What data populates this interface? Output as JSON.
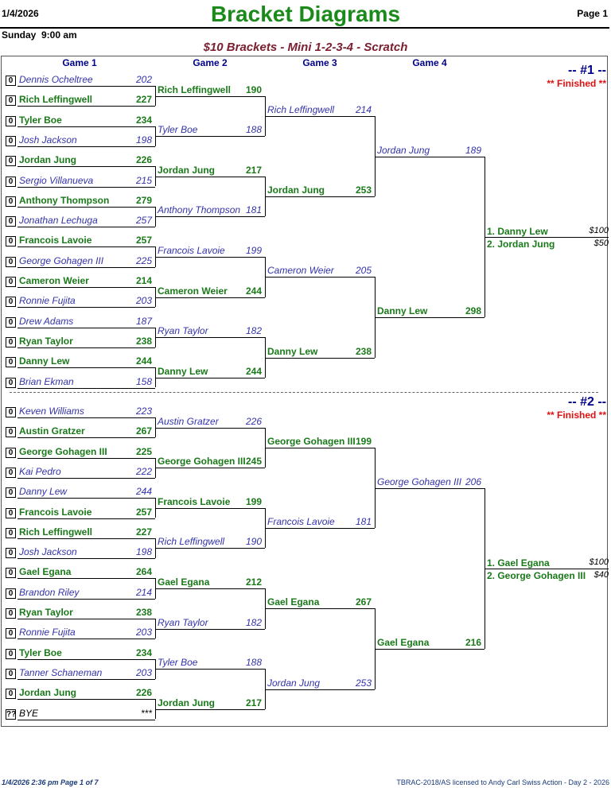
{
  "header": {
    "date": "1/4/2026",
    "title": "Bracket Diagrams",
    "page": "Page 1",
    "day": "Sunday",
    "time": "9:00 am",
    "subtitle": "$10 Brackets - Mini 1-2-3-4 - Scratch"
  },
  "columns": [
    "Game 1",
    "Game 2",
    "Game 3",
    "Game 4"
  ],
  "brackets": [
    {
      "number": "-- #1 --",
      "status": "** Finished **",
      "game1": [
        {
          "box": "0",
          "name": "Dennis Ocheltree",
          "score": "202",
          "win": false
        },
        {
          "box": "0",
          "name": "Rich Leffingwell",
          "score": "227",
          "win": true
        },
        {
          "box": "0",
          "name": "Tyler Boe",
          "score": "234",
          "win": true
        },
        {
          "box": "0",
          "name": "Josh Jackson",
          "score": "198",
          "win": false
        },
        {
          "box": "0",
          "name": "Jordan Jung",
          "score": "226",
          "win": true
        },
        {
          "box": "0",
          "name": "Sergio Villanueva",
          "score": "215",
          "win": false
        },
        {
          "box": "0",
          "name": "Anthony Thompson",
          "score": "279",
          "win": true
        },
        {
          "box": "0",
          "name": "Jonathan Lechuga",
          "score": "257",
          "win": false
        },
        {
          "box": "0",
          "name": "Francois Lavoie",
          "score": "257",
          "win": true
        },
        {
          "box": "0",
          "name": "George Gohagen III",
          "score": "225",
          "win": false
        },
        {
          "box": "0",
          "name": "Cameron Weier",
          "score": "214",
          "win": true
        },
        {
          "box": "0",
          "name": "Ronnie Fujita",
          "score": "203",
          "win": false
        },
        {
          "box": "0",
          "name": "Drew Adams",
          "score": "187",
          "win": false
        },
        {
          "box": "0",
          "name": "Ryan Taylor",
          "score": "238",
          "win": true
        },
        {
          "box": "0",
          "name": "Danny Lew",
          "score": "244",
          "win": true
        },
        {
          "box": "0",
          "name": "Brian Ekman",
          "score": "158",
          "win": false
        }
      ],
      "game2": [
        {
          "name": "Rich Leffingwell",
          "score": "190",
          "win": true
        },
        {
          "name": "Tyler Boe",
          "score": "188",
          "win": false
        },
        {
          "name": "Jordan Jung",
          "score": "217",
          "win": true
        },
        {
          "name": "Anthony Thompson",
          "score": "181",
          "win": false
        },
        {
          "name": "Francois Lavoie",
          "score": "199",
          "win": false
        },
        {
          "name": "Cameron Weier",
          "score": "244",
          "win": true
        },
        {
          "name": "Ryan Taylor",
          "score": "182",
          "win": false
        },
        {
          "name": "Danny Lew",
          "score": "244",
          "win": true
        }
      ],
      "game3": [
        {
          "name": "Rich Leffingwell",
          "score": "214",
          "win": false
        },
        {
          "name": "Jordan Jung",
          "score": "253",
          "win": true
        },
        {
          "name": "Cameron Weier",
          "score": "205",
          "win": false
        },
        {
          "name": "Danny Lew",
          "score": "238",
          "win": true
        }
      ],
      "game4": [
        {
          "name": "Jordan Jung",
          "score": "189",
          "win": false
        },
        {
          "name": "Danny Lew",
          "score": "298",
          "win": true
        }
      ],
      "results": [
        {
          "place": "1. Danny Lew",
          "prize": "$100"
        },
        {
          "place": "2. Jordan Jung",
          "prize": "$50"
        }
      ]
    },
    {
      "number": "-- #2 --",
      "status": "** Finished **",
      "game1": [
        {
          "box": "0",
          "name": "Keven Williams",
          "score": "223",
          "win": false
        },
        {
          "box": "0",
          "name": "Austin Gratzer",
          "score": "267",
          "win": true
        },
        {
          "box": "0",
          "name": "George Gohagen III",
          "score": "225",
          "win": true
        },
        {
          "box": "0",
          "name": "Kai Pedro",
          "score": "222",
          "win": false
        },
        {
          "box": "0",
          "name": "Danny Lew",
          "score": "244",
          "win": false
        },
        {
          "box": "0",
          "name": "Francois Lavoie",
          "score": "257",
          "win": true
        },
        {
          "box": "0",
          "name": "Rich Leffingwell",
          "score": "227",
          "win": true
        },
        {
          "box": "0",
          "name": "Josh Jackson",
          "score": "198",
          "win": false
        },
        {
          "box": "0",
          "name": "Gael Egana",
          "score": "264",
          "win": true
        },
        {
          "box": "0",
          "name": "Brandon Riley",
          "score": "214",
          "win": false
        },
        {
          "box": "0",
          "name": "Ryan Taylor",
          "score": "238",
          "win": true
        },
        {
          "box": "0",
          "name": "Ronnie Fujita",
          "score": "203",
          "win": false
        },
        {
          "box": "0",
          "name": "Tyler Boe",
          "score": "234",
          "win": true
        },
        {
          "box": "0",
          "name": "Tanner Schaneman",
          "score": "203",
          "win": false
        },
        {
          "box": "0",
          "name": "Jordan Jung",
          "score": "226",
          "win": true
        },
        {
          "box": "??",
          "name": "BYE",
          "score": "***",
          "win": false,
          "bye": true
        }
      ],
      "game2": [
        {
          "name": "Austin Gratzer",
          "score": "226",
          "win": false
        },
        {
          "name": "George Gohagen III",
          "score": "245",
          "win": true
        },
        {
          "name": "Francois Lavoie",
          "score": "199",
          "win": true
        },
        {
          "name": "Rich Leffingwell",
          "score": "190",
          "win": false
        },
        {
          "name": "Gael Egana",
          "score": "212",
          "win": true
        },
        {
          "name": "Ryan Taylor",
          "score": "182",
          "win": false
        },
        {
          "name": "Tyler Boe",
          "score": "188",
          "win": false
        },
        {
          "name": "Jordan Jung",
          "score": "217",
          "win": true
        }
      ],
      "game3": [
        {
          "name": "George Gohagen III",
          "score": "199",
          "win": true
        },
        {
          "name": "Francois Lavoie",
          "score": "181",
          "win": false
        },
        {
          "name": "Gael Egana",
          "score": "267",
          "win": true
        },
        {
          "name": "Jordan Jung",
          "score": "253",
          "win": false
        }
      ],
      "game4": [
        {
          "name": "George Gohagen III",
          "score": "206",
          "win": false
        },
        {
          "name": "Gael Egana",
          "score": "216",
          "win": true
        }
      ],
      "results": [
        {
          "place": "1. Gael Egana",
          "prize": "$100"
        },
        {
          "place": "2. George Gohagen III",
          "prize": "$40"
        }
      ]
    }
  ],
  "footer": {
    "left": "1/4/2026  2:36 pm  Page 1 of 7",
    "right": "TBRAC-2018/AS licensed to Andy Carl  Swiss Action - Day 2 - 2026"
  }
}
